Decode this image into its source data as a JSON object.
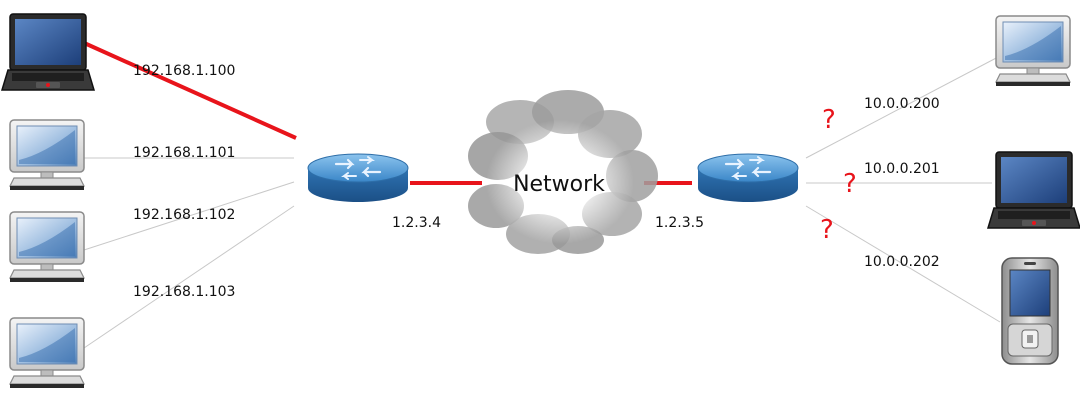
{
  "network": {
    "cloud_label": "Network",
    "left_router_ip": "1.2.3.4",
    "right_router_ip": "1.2.3.5",
    "left_hosts": [
      {
        "type": "laptop",
        "ip": "192.168.1.100",
        "active": true
      },
      {
        "type": "desktop",
        "ip": "192.168.1.101",
        "active": false
      },
      {
        "type": "desktop",
        "ip": "192.168.1.102",
        "active": false
      },
      {
        "type": "desktop",
        "ip": "192.168.1.103",
        "active": false
      }
    ],
    "right_hosts": [
      {
        "type": "desktop",
        "ip": "10.0.0.200"
      },
      {
        "type": "laptop",
        "ip": "10.0.0.201"
      },
      {
        "type": "phone",
        "ip": "10.0.0.202"
      }
    ],
    "unknown_marker": "?",
    "colors": {
      "active_link": "#e8141b",
      "passive_link": "#c8c8c8",
      "router": "#3a86c8",
      "cloud": "#9a9a9a"
    }
  }
}
